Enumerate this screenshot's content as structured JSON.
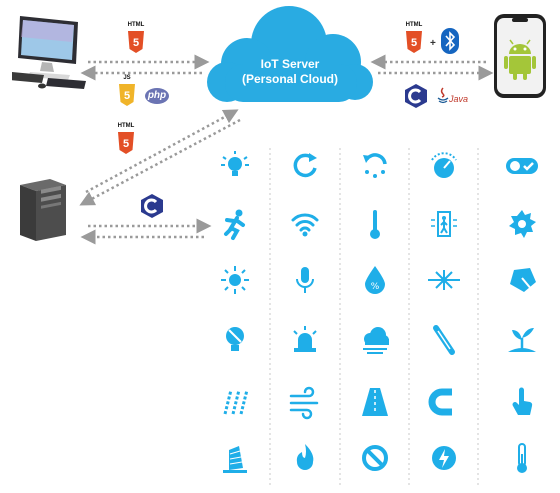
{
  "server": {
    "line1": "IoT Server",
    "line2": "(Personal Cloud)"
  },
  "badges": {
    "html": "HTML",
    "js": "JS",
    "php": "php",
    "java": "Java",
    "plus": "+"
  },
  "colors": {
    "cloud": "#29abe2",
    "sensor": "#1faee8",
    "arrow": "#9a9a9a",
    "html5": "#e34f26",
    "js": "#f0b429",
    "c": "#2b3a8f",
    "bluetooth": "#1565c0",
    "android": "#a4c639"
  },
  "sensors": [
    [
      "alert-lamp-icon",
      "refresh-icon",
      "reset-icon",
      "gauge-icon",
      "toggle-icon"
    ],
    [
      "motion-icon",
      "wifi-icon",
      "thermometer-icon",
      "door-icon",
      "gear-icon"
    ],
    [
      "sun-icon",
      "microphone-icon",
      "humidity-icon",
      "laser-icon",
      "tilt-icon"
    ],
    [
      "lamp-icon",
      "siren-icon",
      "fog-icon",
      "thermal-probe-icon",
      "plant-icon"
    ],
    [
      "hail-icon",
      "wind-icon",
      "road-icon",
      "magnet-icon",
      "touch-icon"
    ],
    [
      "tilt-building-icon",
      "flame-icon",
      "forbidden-icon",
      "power-icon",
      "temperature-icon"
    ]
  ]
}
